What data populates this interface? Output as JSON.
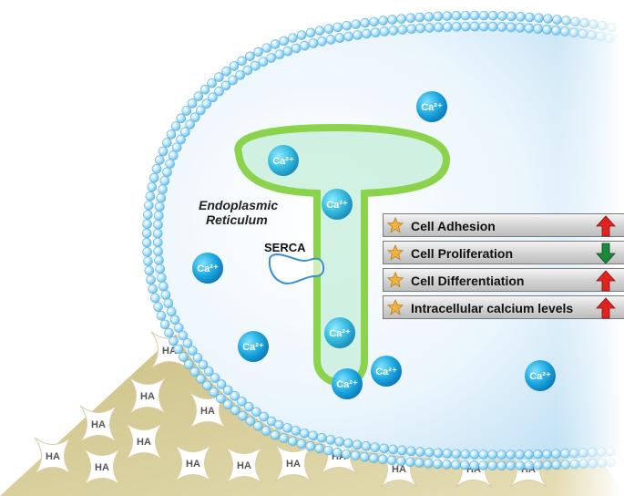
{
  "labels": {
    "er_line1": "Endoplasmic",
    "er_line2": "Reticulum",
    "serca": "SERCA",
    "calcium": "Ca²⁺",
    "ha": "HA"
  },
  "effects": [
    {
      "label": "Cell Adhesion",
      "direction": "up",
      "color": "#e0231f"
    },
    {
      "label": "Cell Proliferation",
      "direction": "down",
      "color": "#1a8a3a"
    },
    {
      "label": "Cell Differentiation",
      "direction": "up",
      "color": "#e0231f"
    },
    {
      "label": "Intracellular calcium levels",
      "direction": "up",
      "color": "#e0231f"
    }
  ],
  "colors": {
    "membrane": "#8fd3f4",
    "er_outline": "#8cd34c",
    "er_fill": "#c4ecdc",
    "ion": "#1a9fd8",
    "substrate": "#d8cfa0",
    "star": "#f0b23c"
  }
}
